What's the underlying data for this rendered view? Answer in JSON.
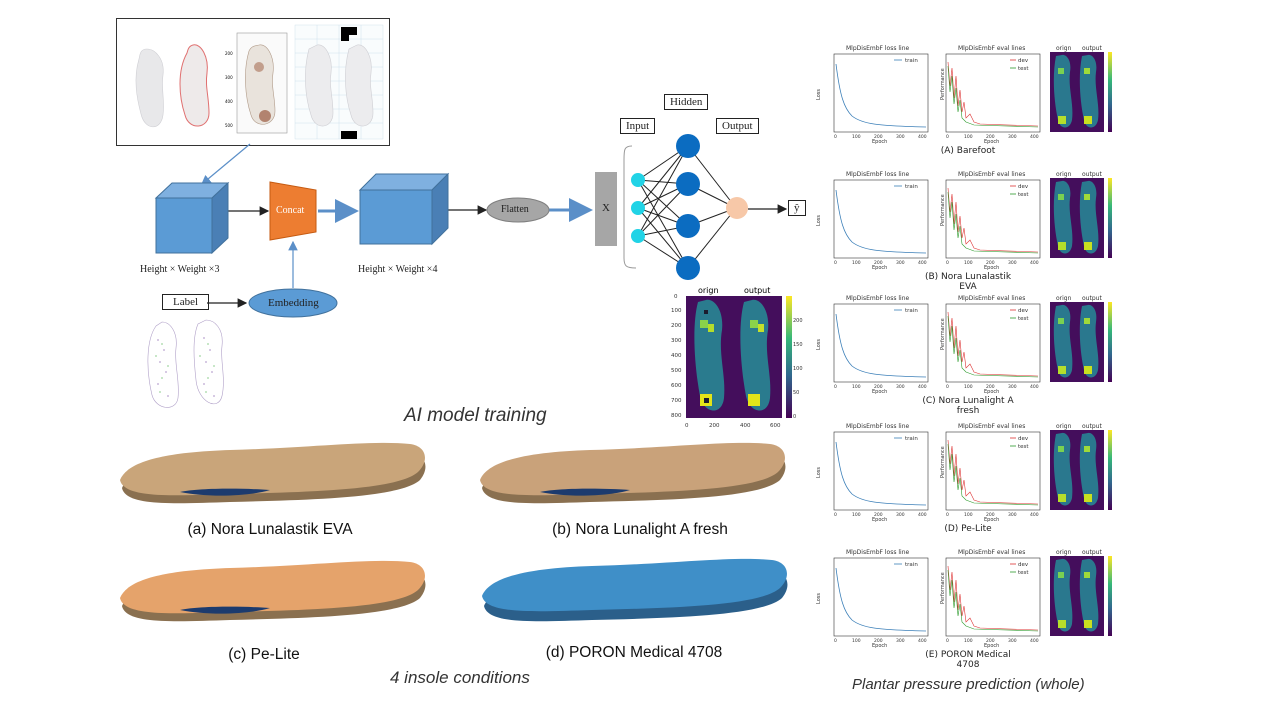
{
  "model": {
    "mid_label_left": "Height × Weight ×3",
    "mid_label_right": "Height × Weight ×4",
    "concat": "Concat",
    "flatten": "Flatten",
    "x": "X",
    "input": "Input",
    "hidden": "Hidden",
    "output": "Output",
    "yhat": "ŷ",
    "label": "Label",
    "embedding": "Embedding",
    "heatmap_titles": [
      "orign",
      "output"
    ],
    "heatmap_y_ticks": [
      "0",
      "100",
      "200",
      "300",
      "400",
      "500",
      "600",
      "700",
      "800"
    ],
    "heatmap_x_ticks": [
      "0",
      "200",
      "400",
      "600"
    ],
    "colorbar_ticks": [
      "0",
      "50",
      "100",
      "150",
      "200"
    ],
    "section_caption": "AI model training"
  },
  "insoles": {
    "caption": "4 insole conditions",
    "items": [
      {
        "label": "(a) Nora Lunalastik EVA",
        "color": "#c9a57a"
      },
      {
        "label": "(b) Nora Lunalight A fresh",
        "color": "#c9a27a"
      },
      {
        "label": "(c) Pe-Lite",
        "color": "#e5a36b"
      },
      {
        "label": "(d) PORON Medical 4708",
        "color": "#3f8fc8"
      }
    ]
  },
  "prediction": {
    "caption": "Plantar pressure prediction (whole)",
    "loss_title": "MlpDisEmbF loss line",
    "eval_title": "MlpDisEmbF eval lines",
    "loss_legend": "train",
    "eval_legend": [
      "dev",
      "test"
    ],
    "xlabel": "Epoch",
    "loss_ylabel": "Loss",
    "eval_ylabel": "Performance",
    "x_ticks": [
      "0",
      "100",
      "200",
      "300",
      "400"
    ],
    "heat_titles": [
      "orign",
      "output"
    ],
    "panels": [
      {
        "caption": "(A) Barefoot"
      },
      {
        "caption": "(B) Nora Lunalastik EVA"
      },
      {
        "caption": "(C) Nora Lunalight A fresh"
      },
      {
        "caption": "(D) Pe-Lite"
      },
      {
        "caption": "(E) PORON Medical 4708"
      }
    ]
  }
}
